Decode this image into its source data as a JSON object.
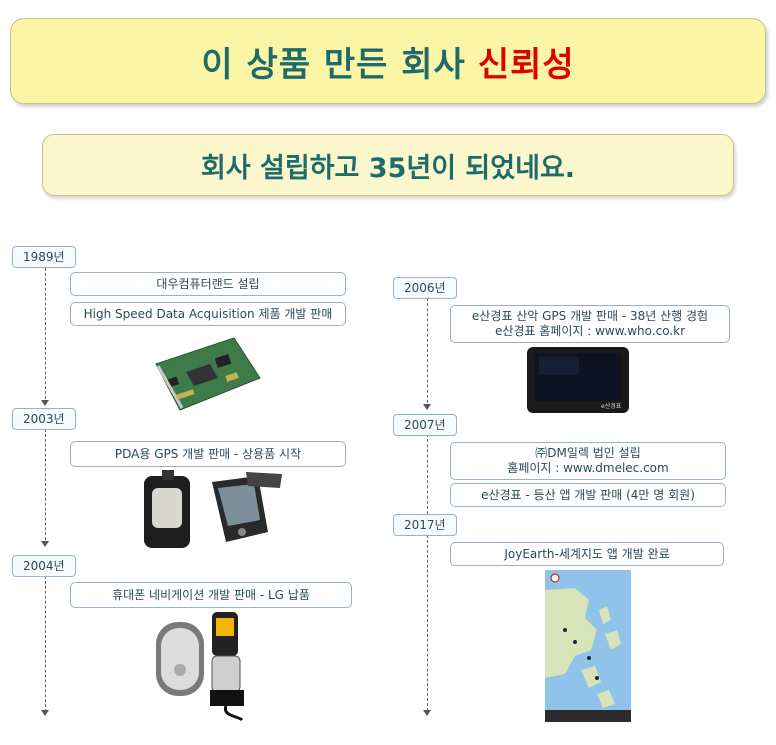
{
  "header": {
    "title_main": "이 상품 만든 회사",
    "title_highlight": "신뢰성"
  },
  "subtitle": "회사 설립하고 35년이 되었네요.",
  "left_timeline": [
    {
      "year": "1989년",
      "items": [
        "대우컴퓨터랜드 설립",
        "High Speed Data Acquisition 제품 개발 판매"
      ]
    },
    {
      "year": "2003년",
      "items": [
        "PDA용 GPS 개발 판매 - 상용품 시작"
      ]
    },
    {
      "year": "2004년",
      "items": [
        "휴대폰 네비게이션 개발 판매 - LG 납품"
      ]
    }
  ],
  "right_timeline": [
    {
      "year": "2006년",
      "items": [
        [
          "e산경표 산악 GPS 개발 판매 - 38년 산행 경험",
          "e산경표 홈페이지 : www.who.co.kr"
        ]
      ]
    },
    {
      "year": "2007년",
      "items": [
        [
          "㈜DM일렉 법인 설립",
          "홈페이지 : www.dmelec.com"
        ],
        [
          "e산경표 - 등산 앱 개발 판매 (4만 명 회원)"
        ]
      ]
    },
    {
      "year": "2017년",
      "items": [
        [
          "JoyEarth-세계지도 앱 개발 완료"
        ]
      ]
    }
  ],
  "device_label": "e산경표",
  "colors": {
    "title": "#1f6b6b",
    "highlight": "#e00000",
    "banner_bg": "#fbf6a6"
  }
}
